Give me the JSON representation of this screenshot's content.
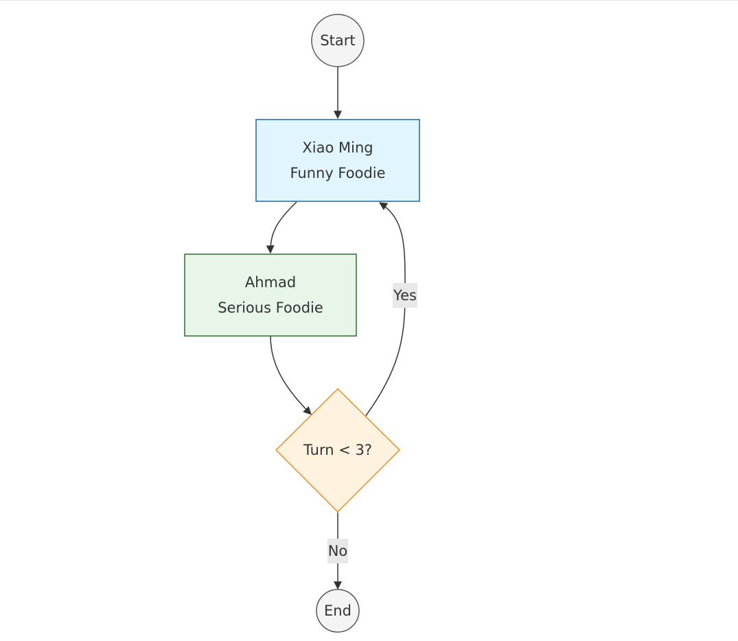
{
  "nodes": {
    "start": {
      "label": "Start",
      "shape": "circle",
      "fill": "#f4f4f4",
      "stroke": "#555555"
    },
    "xiao_ming": {
      "line1": "Xiao Ming",
      "line2": "Funny Foodie",
      "shape": "rect",
      "fill": "#e1f5fe",
      "stroke": "#1e63a8"
    },
    "ahmad": {
      "line1": "Ahmad",
      "line2": "Serious Foodie",
      "shape": "rect",
      "fill": "#e8f5e9",
      "stroke": "#2e6b2e"
    },
    "decision": {
      "label": "Turn < 3?",
      "shape": "diamond",
      "fill": "#fff3e0",
      "stroke": "#f08a24"
    },
    "end": {
      "label": "End",
      "shape": "circle",
      "fill": "#f4f4f4",
      "stroke": "#555555"
    }
  },
  "edges": [
    {
      "from": "start",
      "to": "xiao_ming",
      "label": ""
    },
    {
      "from": "xiao_ming",
      "to": "ahmad",
      "label": ""
    },
    {
      "from": "ahmad",
      "to": "decision",
      "label": ""
    },
    {
      "from": "decision",
      "to": "xiao_ming",
      "label": "Yes"
    },
    {
      "from": "decision",
      "to": "end",
      "label": "No"
    }
  ]
}
